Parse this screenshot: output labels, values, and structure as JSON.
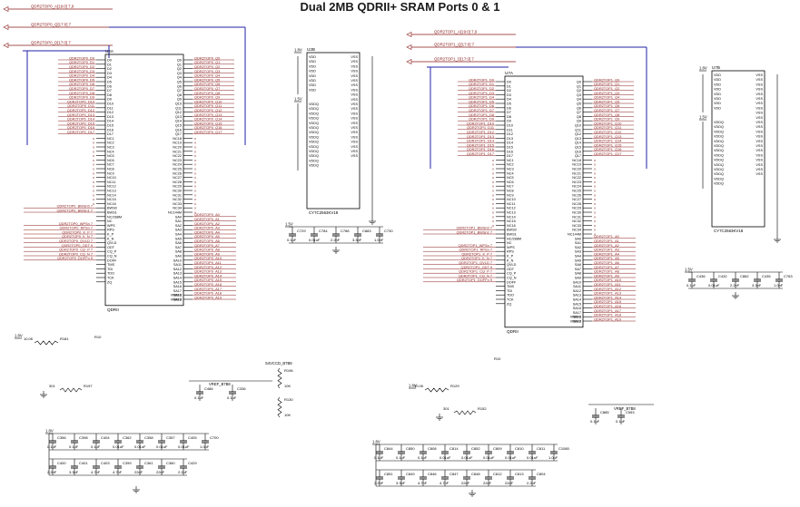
{
  "title": "Dual 2MB QDRII+ SRAM Ports 0 & 1",
  "colors": {
    "wire": "#000000",
    "net": "#8a1a1a",
    "bus": "#2222aa",
    "component": "#000000"
  },
  "port0": {
    "buses": [
      "QDR2TOP0_A[19:0]   7,9",
      "QDR2TOP0_Q[17:0]   7",
      "QDR2TOP0_D[17:0]   7"
    ],
    "u_a": {
      "ref": "U2A",
      "part": "QDRII",
      "left_pins": [
        "D0",
        "D1",
        "D2",
        "D3",
        "D4",
        "D5",
        "D6",
        "D7",
        "D8",
        "D9",
        "D10",
        "D11",
        "D12",
        "D13",
        "D14",
        "D15",
        "D16",
        "D17",
        "NC1",
        "NC2",
        "NC3",
        "NC4",
        "NC5",
        "NC6",
        "NC7",
        "NC8",
        "NC9",
        "NC10",
        "NC11",
        "NC12",
        "NC13",
        "NC14",
        "NC15",
        "NC16",
        "BWS0",
        "BWS1",
        "NC/288M",
        "NC",
        "WPS",
        "RPS",
        "K_P",
        "K_N",
        "QVLD",
        "ODT",
        "CQ_P",
        "CQ_N",
        "DOFF",
        "TMS",
        "TDI",
        "TDO",
        "TCK",
        "ZQ"
      ],
      "right_pins": [
        "Q0",
        "Q1",
        "Q2",
        "Q3",
        "Q4",
        "Q5",
        "Q6",
        "Q7",
        "Q8",
        "Q9",
        "Q10",
        "Q11",
        "Q12",
        "Q13",
        "Q14",
        "Q15",
        "Q16",
        "Q17",
        "NC18",
        "NC19",
        "NC20",
        "NC21",
        "NC22",
        "NC23",
        "NC24",
        "NC25",
        "NC26",
        "NC27",
        "NC28",
        "NC29",
        "NC30",
        "NC31",
        "NC32",
        "NC33",
        "NC34",
        "NC144M",
        "SA0",
        "SA1",
        "SA2",
        "SA3",
        "SA4",
        "SA5",
        "SA6",
        "SA7",
        "SA8",
        "SA9",
        "SA10",
        "SA11",
        "SA12",
        "SA13",
        "SA14",
        "SA15",
        "SA16",
        "SA17",
        "SA18",
        "SA19"
      ],
      "d_nets": [
        "QDR2TOP0_D0",
        "QDR2TOP0_D1",
        "QDR2TOP0_D2",
        "QDR2TOP0_D3",
        "QDR2TOP0_D4",
        "QDR2TOP0_D5",
        "QDR2TOP0_D6",
        "QDR2TOP0_D7",
        "QDR2TOP0_D8",
        "QDR2TOP0_D9",
        "QDR2TOP0_D10",
        "QDR2TOP0_D11",
        "QDR2TOP0_D12",
        "QDR2TOP0_D13",
        "QDR2TOP0_D14",
        "QDR2TOP0_D15",
        "QDR2TOP0_D16",
        "QDR2TOP0_D17"
      ],
      "q_nets": [
        "QDR2TOP0_Q0",
        "QDR2TOP0_Q1",
        "QDR2TOP0_Q2",
        "QDR2TOP0_Q3",
        "QDR2TOP0_Q4",
        "QDR2TOP0_Q5",
        "QDR2TOP0_Q6",
        "QDR2TOP0_Q7",
        "QDR2TOP0_Q8",
        "QDR2TOP0_Q9",
        "QDR2TOP0_Q10",
        "QDR2TOP0_Q11",
        "QDR2TOP0_Q12",
        "QDR2TOP0_Q13",
        "QDR2TOP0_Q14",
        "QDR2TOP0_Q15",
        "QDR2TOP0_Q16",
        "QDR2TOP0_Q17"
      ],
      "a_nets": [
        "QDR2TOP0_A0",
        "QDR2TOP0_A1",
        "QDR2TOP0_A2",
        "QDR2TOP0_A3",
        "QDR2TOP0_A4",
        "QDR2TOP0_A5",
        "QDR2TOP0_A6",
        "QDR2TOP0_A7",
        "QDR2TOP0_A8",
        "QDR2TOP0_A9",
        "QDR2TOP0_A10",
        "QDR2TOP0_A11",
        "QDR2TOP0_A12",
        "QDR2TOP0_A13",
        "QDR2TOP0_A14",
        "QDR2TOP0_A15",
        "QDR2TOP0_A16",
        "QDR2TOP0_A17",
        "QDR2TOP0_A18",
        "QDR2TOP0_A19"
      ],
      "ctrl_nets": [
        "QDR2TOP0_BWSn0   7",
        "QDR2TOP0_BWSn1   7",
        "QDR2TOP0_WPSn   7",
        "QDR2TOP0_RPSn   7",
        "QDR2TOP0_K_P   7",
        "QDR2TOP0_K_N   7",
        "QDR2TOP0_QVLD   7",
        "QDR2TOP0_ODT   9",
        "QDR2TOP0_CQ_P   7",
        "QDR2TOP0_CQ_N   7",
        "QDR2TOP0_DOFFn   9"
      ],
      "vref_pins": [
        "VREF1",
        "VREF2"
      ],
      "vref_net": "VREF_B7B8",
      "rail": "1.8V",
      "resistors": [
        {
          "ref": "R181",
          "value": "10.0K"
        },
        {
          "ref": "R197",
          "value": "301"
        }
      ],
      "jtag_label": "R10"
    },
    "u_b": {
      "ref": "U2B",
      "part": "CY7C2563KV18",
      "vdd_pins": [
        "VDD",
        "VDD",
        "VDD",
        "VDD",
        "VDD",
        "VDD",
        "VDD",
        "VDD"
      ],
      "vddq_pins": [
        "VDDQ",
        "VDDQ",
        "VDDQ",
        "VDDQ",
        "VDDQ",
        "VDDQ",
        "VDDQ",
        "VDDQ",
        "VDDQ",
        "VDDQ",
        "VDDQ",
        "VDDQ",
        "VDDQ",
        "VDDQ"
      ],
      "vss_pins": [
        "VSS",
        "VSS",
        "VSS",
        "VSS",
        "VSS",
        "VSS",
        "VSS",
        "VSS",
        "VSS",
        "VSS",
        "VSS",
        "VSS",
        "VSS",
        "VSS",
        "VSS",
        "VSS",
        "VSS",
        "VSS",
        "VSS",
        "VSS",
        "VSS",
        "VSS"
      ],
      "rail_vdd": "1.8V",
      "rail_vddq": "1.5V"
    },
    "decoupling_top": [
      {
        "ref": "C729",
        "value": "0.1uF"
      },
      {
        "ref": "C784",
        "value": "0.01uF"
      },
      {
        "ref": "C786",
        "value": "2.2nF"
      },
      {
        "ref": "C883",
        "value": "3.3nF"
      },
      {
        "ref": "C730",
        "value": "1.0nF"
      }
    ],
    "decoupling_rail": "1.5V",
    "vref_caps": [
      {
        "ref": "C486",
        "value": "0.1uF"
      },
      {
        "ref": "C336",
        "value": "0.1uF"
      }
    ],
    "divider": {
      "net": "S4VCCD_B7B8",
      "r_top": {
        "ref": "R196",
        "value": "10K"
      },
      "r_bot": {
        "ref": "R130",
        "value": "10K"
      }
    },
    "bank_caps_rail": "1.8V",
    "bank_caps_row1": [
      {
        "ref": "C356",
        "value": "0.1uF"
      },
      {
        "ref": "C398",
        "value": "0.1uF"
      },
      {
        "ref": "C404",
        "value": "0.1uF"
      },
      {
        "ref": "C362",
        "value": "0.01uF"
      },
      {
        "ref": "C358",
        "value": "0.01uF"
      },
      {
        "ref": "C357",
        "value": "0.01uF"
      },
      {
        "ref": "C405",
        "value": "0.01uF"
      },
      {
        "ref": "C700",
        "value": "1.0uF"
      }
    ],
    "bank_caps_row2": [
      {
        "ref": "C400",
        "value": "2.2nF"
      },
      {
        "ref": "C401",
        "value": "3.3nF"
      },
      {
        "ref": "C403",
        "value": "4.7nF"
      },
      {
        "ref": "C399",
        "value": "4.7nF"
      },
      {
        "ref": "C361",
        "value": "22nF"
      },
      {
        "ref": "C360",
        "value": "22nF"
      },
      {
        "ref": "C429",
        "value": "2.2uF"
      }
    ]
  },
  "port1": {
    "buses": [
      "QDR2TOP1_A[19:0]   7,9",
      "QDR2TOP1_Q[17:0]   7",
      "QDR2TOP1_D[17:0]   7"
    ],
    "u_a": {
      "ref": "U7A",
      "part": "QDRII",
      "d_nets": [
        "QDR2TOP1_D0",
        "QDR2TOP1_D1",
        "QDR2TOP1_D2",
        "QDR2TOP1_D3",
        "QDR2TOP1_D4",
        "QDR2TOP1_D5",
        "QDR2TOP1_D6",
        "QDR2TOP1_D7",
        "QDR2TOP1_D8",
        "QDR2TOP1_D9",
        "QDR2TOP1_D10",
        "QDR2TOP1_D11",
        "QDR2TOP1_D12",
        "QDR2TOP1_D13",
        "QDR2TOP1_D14",
        "QDR2TOP1_D15",
        "QDR2TOP1_D16",
        "QDR2TOP1_D17"
      ],
      "q_nets": [
        "QDR2TOP1_Q0",
        "QDR2TOP1_Q1",
        "QDR2TOP1_Q2",
        "QDR2TOP1_Q3",
        "QDR2TOP1_Q4",
        "QDR2TOP1_Q5",
        "QDR2TOP1_Q6",
        "QDR2TOP1_Q7",
        "QDR2TOP1_Q8",
        "QDR2TOP1_Q9",
        "QDR2TOP1_Q10",
        "QDR2TOP1_Q11",
        "QDR2TOP1_Q12",
        "QDR2TOP1_Q13",
        "QDR2TOP1_Q14",
        "QDR2TOP1_Q15",
        "QDR2TOP1_Q16",
        "QDR2TOP1_Q17"
      ],
      "a_nets": [
        "QDR2TOP1_A0",
        "QDR2TOP1_A1",
        "QDR2TOP1_A2",
        "QDR2TOP1_A3",
        "QDR2TOP1_A4",
        "QDR2TOP1_A5",
        "QDR2TOP1_A6",
        "QDR2TOP1_A7",
        "QDR2TOP1_A8",
        "QDR2TOP1_A9",
        "QDR2TOP1_A10",
        "QDR2TOP1_A11",
        "QDR2TOP1_A12",
        "QDR2TOP1_A13",
        "QDR2TOP1_A14",
        "QDR2TOP1_A15",
        "QDR2TOP1_A16",
        "QDR2TOP1_A17",
        "QDR2TOP1_A18",
        "QDR2TOP1_A19"
      ],
      "ctrl_nets": [
        "QDR2TOP1_BWSn0   7",
        "QDR2TOP1_BWSn1   7",
        "QDR2TOP1_WPSn   7",
        "QDR2TOP1_RPSn   7",
        "QDR2TOP1_K_P   7",
        "QDR2TOP1_K_N   7",
        "QDR2TOP1_QVLD   7",
        "QDR2TOP1_ODT   9",
        "QDR2TOP1_CQ_P   7",
        "QDR2TOP1_CQ_N   7",
        "QDR2TOP1_DOFFn   9"
      ],
      "vref_pins": [
        "VREF1",
        "VREF2"
      ],
      "vref_net": "VREF_B7B8",
      "rail": "1.8V",
      "resistors": [
        {
          "ref": "R129",
          "value": "10.0K"
        },
        {
          "ref": "R152",
          "value": "301"
        }
      ],
      "jtag_label": "R10"
    },
    "u_b": {
      "ref": "U7B",
      "part": "CY7C2563KV18",
      "rail_vdd": "1.8V",
      "rail_vddq": "1.5V"
    },
    "decoupling_top": [
      {
        "ref": "C436",
        "value": "0.1uF"
      },
      {
        "ref": "C432",
        "value": "0.01uF"
      },
      {
        "ref": "C882",
        "value": "2.2nF"
      },
      {
        "ref": "C435",
        "value": "3.3nF"
      },
      {
        "ref": "C763",
        "value": "1.0nF"
      }
    ],
    "decoupling_rail": "1.5V",
    "vref_caps": [
      {
        "ref": "C885",
        "value": "0.1uF"
      },
      {
        "ref": "C553",
        "value": "0.1uF"
      }
    ],
    "bank_caps_rail": "1.8V",
    "bank_caps_row1": [
      {
        "ref": "C844",
        "value": "0.1uF"
      },
      {
        "ref": "C850",
        "value": "0.1uF"
      },
      {
        "ref": "C808",
        "value": "0.1uF"
      },
      {
        "ref": "C814",
        "value": "0.01uF"
      },
      {
        "ref": "C852",
        "value": "0.01uF"
      },
      {
        "ref": "C809",
        "value": "0.01uF"
      },
      {
        "ref": "C810",
        "value": "0.01uF"
      },
      {
        "ref": "C811",
        "value": "0.01uF"
      },
      {
        "ref": "C1080",
        "value": "1.0uF"
      }
    ],
    "bank_caps_row2": [
      {
        "ref": "C851",
        "value": "2.2nF"
      },
      {
        "ref": "C849",
        "value": "3.3nF"
      },
      {
        "ref": "C846",
        "value": "4.7nF"
      },
      {
        "ref": "C847",
        "value": "4.7nF"
      },
      {
        "ref": "C848",
        "value": "22nF"
      },
      {
        "ref": "C812",
        "value": "22nF"
      },
      {
        "ref": "C813",
        "value": "22nF"
      },
      {
        "ref": "C804",
        "value": "2.2uF"
      }
    ]
  }
}
